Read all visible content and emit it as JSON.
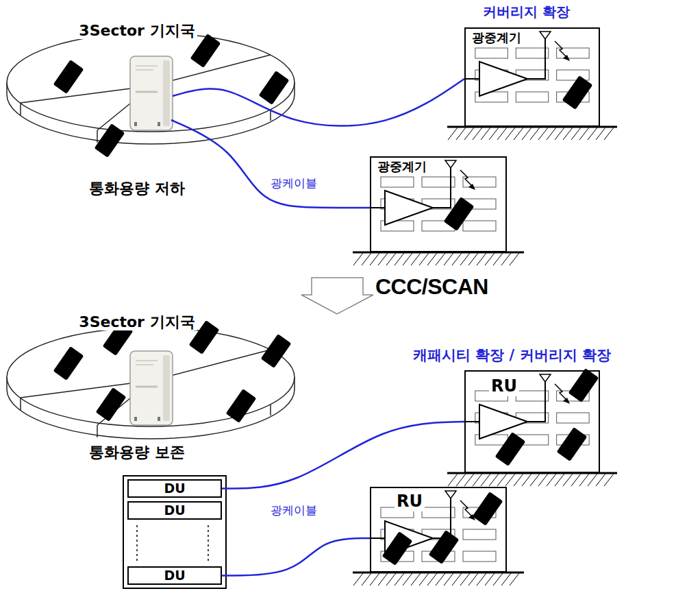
{
  "diagram": {
    "nodes": [
      {
        "text": [
          "3Sector 기지국",
          "통화용량 저하"
        ]
      },
      {
        "text": [
          "커버리지 확장",
          "광중계기"
        ]
      },
      {
        "text": [
          "광중계기"
        ]
      },
      {
        "text": [
          "3Sector 기지국",
          "통화용량 보존"
        ]
      },
      {
        "text": [
          "캐패시티 확장 / 커버리지 확장",
          "RU"
        ]
      },
      {
        "text": [
          "RU"
        ]
      },
      {
        "text": [
          "DU"
        ]
      },
      {
        "text": [
          "DU"
        ]
      },
      {
        "text": [
          "DU"
        ]
      }
    ],
    "edges": [
      {
        "from": 0,
        "to": 1,
        "arrow": "none"
      },
      {
        "from": 0,
        "to": 2,
        "arrow": "none",
        "label": "광케이블"
      },
      {
        "from": 6,
        "to": 4,
        "arrow": "none"
      },
      {
        "from": 8,
        "to": 5,
        "arrow": "none",
        "label": "광케이블"
      }
    ],
    "labels": [
      "CCC/SCAN"
    ]
  }
}
